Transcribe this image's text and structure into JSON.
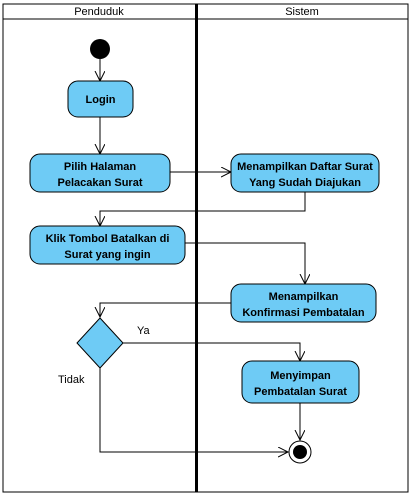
{
  "swimlanes": {
    "left_title": "Penduduk",
    "right_title": "Sistem"
  },
  "activities": {
    "login": "Login",
    "pilih_halaman": [
      "Pilih Halaman",
      "Pelacakan Surat"
    ],
    "menampilkan_daftar": [
      "Menampilkan Daftar Surat",
      "Yang Sudah Diajukan"
    ],
    "klik_tombol": [
      "Klik Tombol Batalkan di",
      "Surat yang ingin"
    ],
    "menampilkan_konfirmasi": [
      "Menampilkan",
      "Konfirmasi Pembatalan"
    ],
    "menyimpan": [
      "Menyimpan",
      "Pembatalan Surat"
    ]
  },
  "guards": {
    "yes": "Ya",
    "no": "Tidak"
  },
  "colors": {
    "activity_fill": "#6ecbf5",
    "stroke": "#000000"
  }
}
